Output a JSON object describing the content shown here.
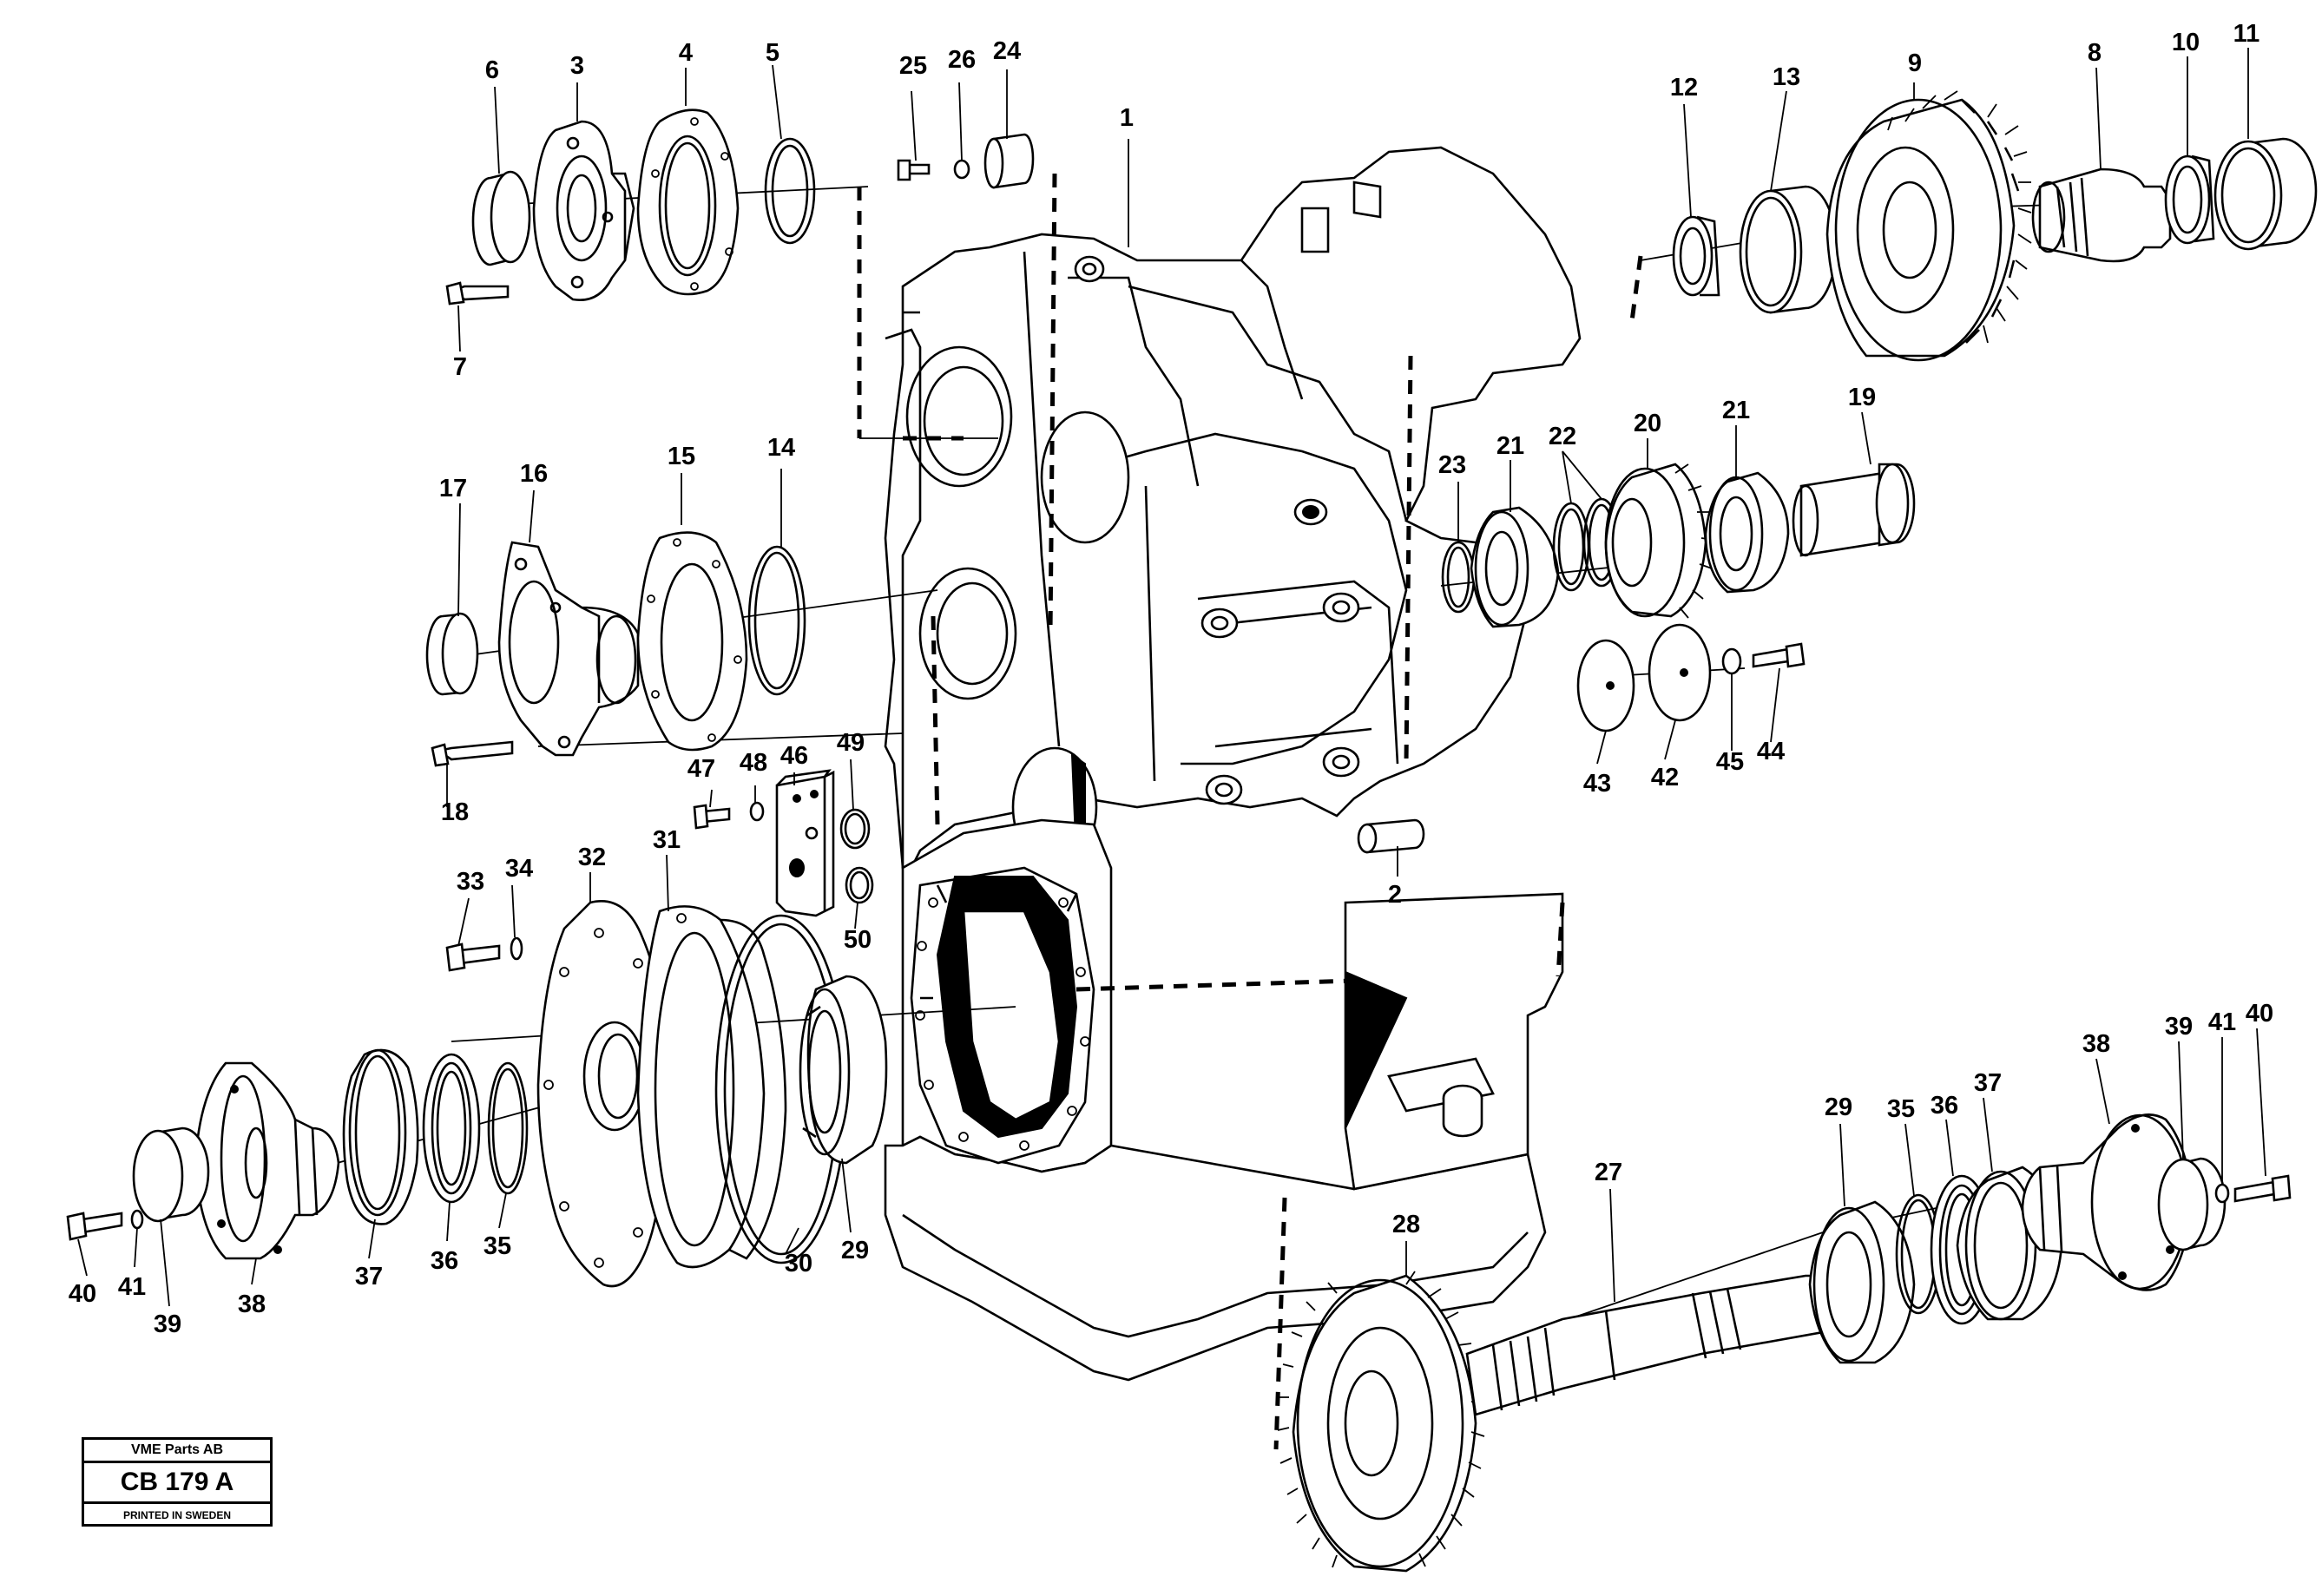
{
  "stamp": {
    "company": "VME Parts AB",
    "code": "CB 179 A",
    "printed": "PRINTED IN SWEDEN"
  },
  "labels": [
    "1",
    "2",
    "3",
    "4",
    "5",
    "6",
    "7",
    "8",
    "9",
    "10",
    "11",
    "12",
    "13",
    "14",
    "15",
    "16",
    "17",
    "18",
    "19",
    "20",
    "21",
    "21",
    "22",
    "23",
    "24",
    "25",
    "26",
    "27",
    "28",
    "29",
    "29",
    "30",
    "31",
    "32",
    "33",
    "34",
    "35",
    "35",
    "36",
    "36",
    "37",
    "37",
    "38",
    "38",
    "39",
    "39",
    "40",
    "40",
    "41",
    "41",
    "42",
    "43",
    "44",
    "45",
    "46",
    "47",
    "48",
    "49",
    "50"
  ]
}
